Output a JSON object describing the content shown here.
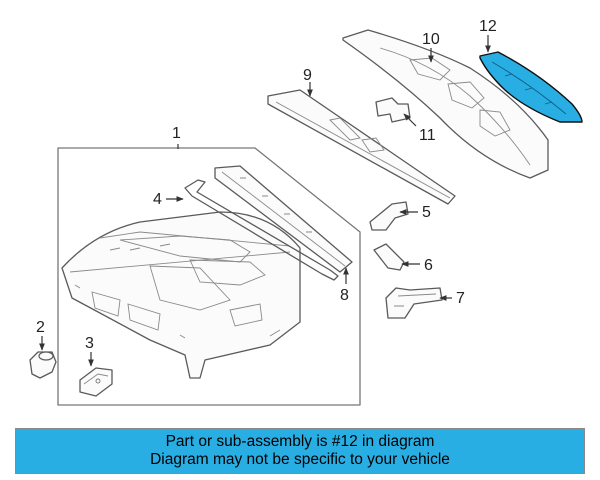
{
  "highlight_color": "#29aee4",
  "callouts": [
    "1",
    "2",
    "3",
    "4",
    "5",
    "6",
    "7",
    "8",
    "9",
    "10",
    "11",
    "12"
  ],
  "banner": {
    "line1": "Part or sub-assembly is #12 in diagram",
    "line2": "Diagram may not be specific to your vehicle"
  }
}
